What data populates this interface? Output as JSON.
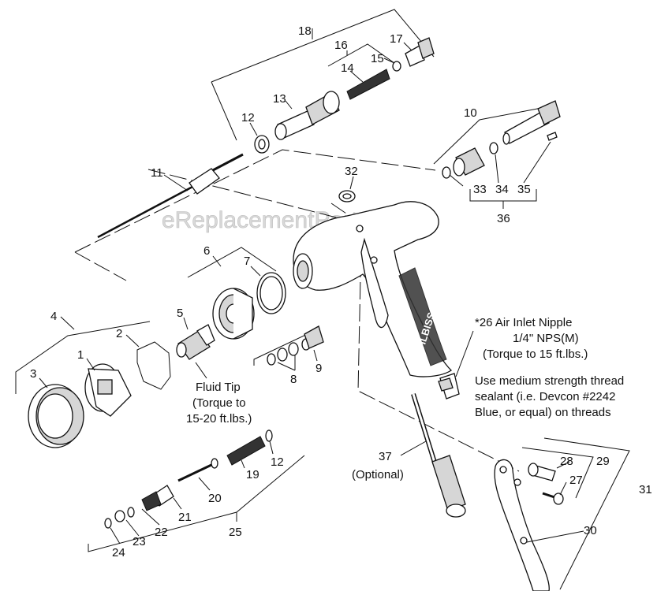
{
  "watermark": "eReplacementParts.com",
  "brand": "DeVILBISS",
  "part_numbers": [
    "1",
    "2",
    "3",
    "4",
    "5",
    "6",
    "7",
    "8",
    "9",
    "10",
    "11",
    "12",
    "13",
    "14",
    "15",
    "16",
    "17",
    "18",
    "19",
    "20",
    "21",
    "22",
    "23",
    "24",
    "25",
    "27",
    "28",
    "29",
    "30",
    "31",
    "32",
    "33",
    "34",
    "35",
    "36",
    "37"
  ],
  "duplicate_label_12": "12",
  "fluid_tip": {
    "title": "Fluid Tip",
    "torque_line1": "(Torque to",
    "torque_line2": "15-20 ft.lbs.)"
  },
  "air_inlet": {
    "line1": "*26  Air Inlet Nipple",
    "line2": "1/4\" NPS(M)",
    "line3": "(Torque to 15 ft.lbs.)"
  },
  "thread_note": {
    "line1": "Use medium strength thread",
    "line2": "sealant (i.e. Devcon #2242",
    "line3": "Blue, or equal) on threads"
  },
  "optional_part": {
    "number": "37",
    "label": "(Optional)"
  }
}
